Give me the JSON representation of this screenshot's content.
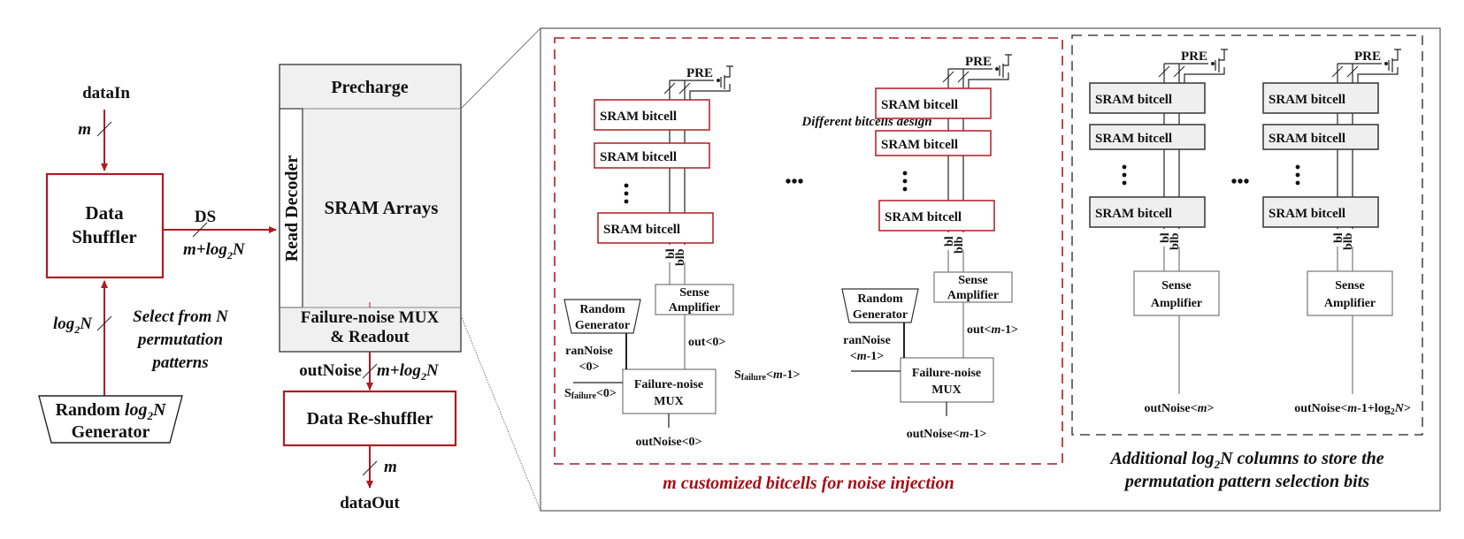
{
  "colors": {
    "accent_red": "#b01a22",
    "block_fill": "#f0f0f0",
    "line_gray": "#777777"
  },
  "left": {
    "data_in": "dataIn",
    "m": "m",
    "data_shuffler": [
      "Data",
      "Shuffler"
    ],
    "ds": "DS",
    "ds_width": "m+log",
    "sub2": "2",
    "N": "N",
    "log": "log",
    "select_note": [
      "Select from N",
      "permutation",
      "patterns"
    ],
    "random_gen": [
      "Random ",
      "Generator"
    ]
  },
  "memory": {
    "precharge": "Precharge",
    "read_decoder": "Read Decoder",
    "sram_arrays": "SRAM Arrays",
    "mux_readout": [
      "Failure-noise MUX",
      "& Readout"
    ],
    "out_noise": "outNoise",
    "reshuffler": "Data Re-shuffler",
    "m": "m",
    "data_out": "dataOut"
  },
  "detail": {
    "pre": "PRE",
    "bitcell": "SRAM bitcell",
    "different_design": "Different bitcells design",
    "ellipsis": "•••",
    "bl": "bl",
    "blb": "blb",
    "sense_amp": [
      "Sense",
      "Amplifier"
    ],
    "random_generator": [
      "Random",
      "Generator"
    ],
    "ran_noise": "ranNoise",
    "fn_mux": [
      "Failure-noise",
      "MUX"
    ],
    "s": "S",
    "failure": "failure",
    "col0": {
      "out": "out<0>",
      "ran_idx": "<0>",
      "s_idx": "<0>",
      "outnoise": "outNoise<0>"
    },
    "colm": {
      "out_pre": "out<",
      "out_idx": "m",
      "out_post": "-1>",
      "ran_pre": "<",
      "ran_m": "m",
      "ran_post": "-1>",
      "outnoise_pre": "outNoise<",
      "outnoise_post": "-1>"
    },
    "extra_col0_outnoise_pre": "outNoise<",
    "extra_col0_outnoise_post": ">",
    "extra_colN_outnoise_pre": "outNoise<",
    "extra_colN_outnoise_mid": "-1+log",
    "extra_colN_outnoise_post": ">",
    "caption_red": "m customized bitcells for noise injection",
    "caption_black": [
      "Additional log",
      "N columns to store the",
      "permutation pattern selection bits"
    ]
  }
}
